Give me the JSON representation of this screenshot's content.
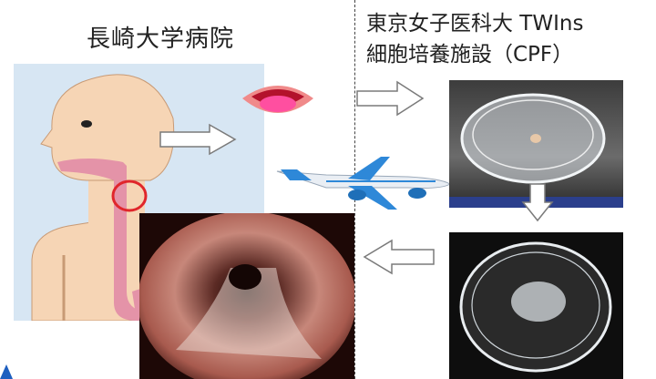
{
  "left_title": "長崎大学病院",
  "right_title_line1": "東京女子医科大 TWIns",
  "right_title_line2": "細胞培養施設（CPF）",
  "colors": {
    "panel_blue": "#d7e6f3",
    "skin": "#f6d5b5",
    "esophagus_pink": "#e493a8",
    "highlight_red": "#e0262b",
    "arrow_outline": "#7a7a7a"
  },
  "icons": [
    "mouth-icon",
    "airplane-icon",
    "cell-dish-photo",
    "cell-sheet-photo",
    "esophagus-endoscopy-photo"
  ]
}
